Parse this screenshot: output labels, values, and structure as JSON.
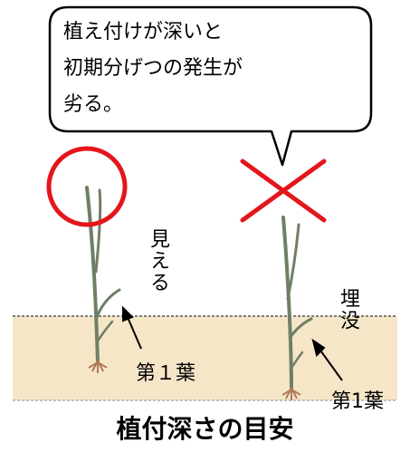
{
  "bubble": {
    "lines": [
      "植え付けが深いと",
      "初期分げつの発生が",
      "劣る。"
    ]
  },
  "marks": {
    "good": "circle",
    "bad": "cross",
    "mark_color": "#e4161b"
  },
  "labels": {
    "visible": "見える",
    "leaf1_left": "第１葉",
    "buried": "埋没",
    "leaf1_right": "第1葉"
  },
  "caption": "植付深さの目安",
  "colors": {
    "soil": "#f6e6c8",
    "plant": "#6f7f66",
    "roots": "#b07a5a"
  }
}
